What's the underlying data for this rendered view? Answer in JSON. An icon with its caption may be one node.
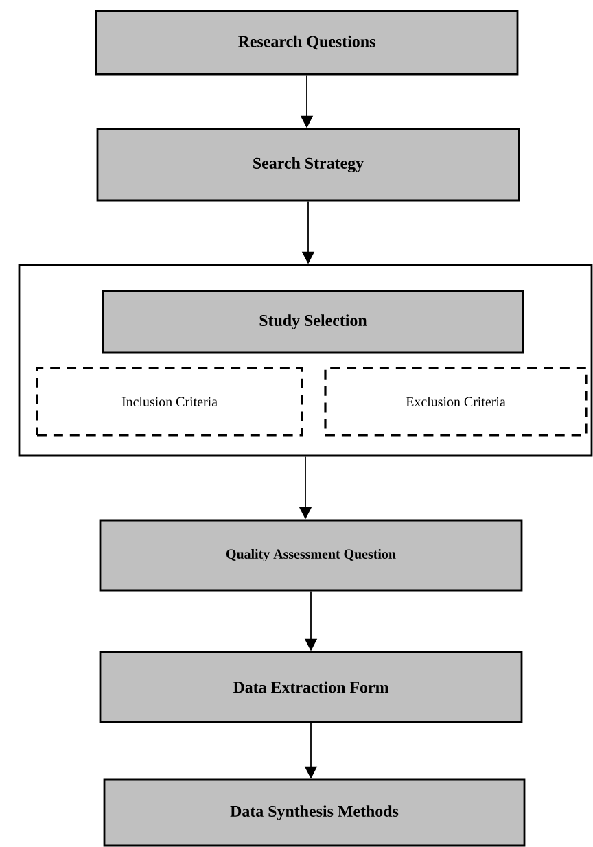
{
  "diagram": {
    "nodes": [
      {
        "text": [
          "Research Questions"
        ]
      },
      {
        "text": [
          "Search Strategy"
        ]
      },
      {
        "text": [],
        "shape": "box"
      },
      {
        "text": [
          "Study Selection"
        ],
        "in": 2
      },
      {
        "text": [
          "Inclusion Criteria"
        ],
        "in": 2
      },
      {
        "text": [
          "Exclusion Criteria"
        ],
        "in": 2
      },
      {
        "text": [
          "Quality Assessment Question"
        ]
      },
      {
        "text": [
          "Data Extraction Form"
        ]
      },
      {
        "text": [
          "Data Synthesis Methods"
        ]
      }
    ],
    "edges": [
      {
        "from": 0,
        "to": 1,
        "arrow": "to"
      },
      {
        "from": 1,
        "to": 2,
        "arrow": "to"
      },
      {
        "from": 2,
        "to": 6,
        "arrow": "to"
      },
      {
        "from": 6,
        "to": 7,
        "arrow": "to"
      },
      {
        "from": 7,
        "to": 8,
        "arrow": "to"
      }
    ]
  }
}
